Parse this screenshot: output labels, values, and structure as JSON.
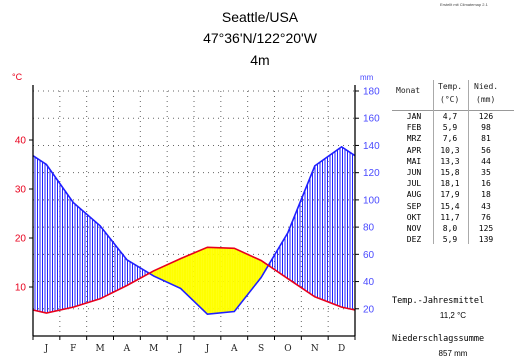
{
  "header": {
    "station": "Seattle/USA",
    "coords": "47°36'N/122°20'W",
    "elevation": "4m",
    "credit": "Erstellt mit Climatemap 2.1"
  },
  "table": {
    "col_month": "Monat",
    "col_temp": [
      "Temp.",
      "(°C)"
    ],
    "col_prec": [
      "Nied.",
      "(mm)"
    ],
    "rows": [
      {
        "m": "JAN",
        "t": "4,7",
        "p": "126"
      },
      {
        "m": "FEB",
        "t": "5,9",
        "p": "98"
      },
      {
        "m": "MRZ",
        "t": "7,6",
        "p": "81"
      },
      {
        "m": "APR",
        "t": "10,3",
        "p": "56"
      },
      {
        "m": "MAI",
        "t": "13,3",
        "p": "44"
      },
      {
        "m": "JUN",
        "t": "15,8",
        "p": "35"
      },
      {
        "m": "JUL",
        "t": "18,1",
        "p": "16"
      },
      {
        "m": "AUG",
        "t": "17,9",
        "p": "18"
      },
      {
        "m": "SEP",
        "t": "15,4",
        "p": "43"
      },
      {
        "m": "OKT",
        "t": "11,7",
        "p": "76"
      },
      {
        "m": "NOV",
        "t": "8,0",
        "p": "125"
      },
      {
        "m": "DEZ",
        "t": "5,9",
        "p": "139"
      }
    ],
    "annual_temp_label": "Temp.-Jahresmittel",
    "annual_temp_value": "11,2 °C",
    "annual_prec_label": "Niederschlagssumme",
    "annual_prec_value": "857 mm"
  },
  "colors": {
    "temp_line": "#e8001c",
    "prec_line": "#2020ff",
    "prec_fill": "#2020ff",
    "dry_fill": "#ffff00",
    "axis_label_left": "#e8001c",
    "axis_label_right": "#4a4aff"
  },
  "chart_data": {
    "type": "line",
    "categories": [
      "J",
      "F",
      "M",
      "A",
      "M",
      "J",
      "J",
      "A",
      "S",
      "O",
      "N",
      "D"
    ],
    "series": [
      {
        "values": [
          4.7,
          5.9,
          7.6,
          10.3,
          13.3,
          15.8,
          18.1,
          17.9,
          15.4,
          11.7,
          8.0,
          5.9
        ]
      },
      {
        "values": [
          126,
          98,
          81,
          56,
          44,
          35,
          16,
          18,
          43,
          76,
          125,
          139
        ]
      }
    ],
    "ylabel_left": "°C",
    "ylabel_right": "mm",
    "y_left_ticks": [
      10,
      20,
      30,
      40
    ],
    "y_right_ticks": [
      20,
      40,
      60,
      80,
      100,
      120,
      140,
      160,
      180
    ],
    "ylim_left": [
      0,
      50
    ],
    "ylim_right": [
      0,
      180
    ],
    "grid": true
  }
}
